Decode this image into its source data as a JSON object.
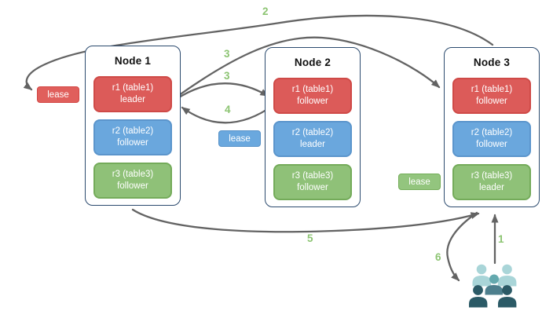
{
  "nodes": [
    {
      "title": "Node 1",
      "replicas": [
        {
          "name": "r1 (table1)",
          "role": "leader",
          "color": "red"
        },
        {
          "name": "r2 (table2)",
          "role": "follower",
          "color": "blue"
        },
        {
          "name": "r3 (table3)",
          "role": "follower",
          "color": "green"
        }
      ]
    },
    {
      "title": "Node 2",
      "replicas": [
        {
          "name": "r1 (table1)",
          "role": "follower",
          "color": "red"
        },
        {
          "name": "r2 (table2)",
          "role": "leader",
          "color": "blue"
        },
        {
          "name": "r3 (table3)",
          "role": "follower",
          "color": "green"
        }
      ]
    },
    {
      "title": "Node 3",
      "replicas": [
        {
          "name": "r1 (table1)",
          "role": "follower",
          "color": "red"
        },
        {
          "name": "r2 (table2)",
          "role": "follower",
          "color": "blue"
        },
        {
          "name": "r3 (table3)",
          "role": "leader",
          "color": "green"
        }
      ]
    }
  ],
  "leases": [
    {
      "label": "lease",
      "color": "red"
    },
    {
      "label": "lease",
      "color": "blue"
    },
    {
      "label": "lease",
      "color": "green"
    }
  ],
  "arrow_labels": {
    "a1": "1",
    "a2": "2",
    "a3_long": "3",
    "a3_short": "3",
    "a4": "4",
    "a5": "5",
    "a6": "6"
  },
  "icons": {
    "user_group": "user-group-icon"
  },
  "colors": {
    "red_fill": "#dc5b59",
    "red_border": "#cf4a47",
    "blue_fill": "#6aa7dd",
    "blue_border": "#5b95cc",
    "green_fill": "#8fc178",
    "green_border": "#74ab5a",
    "node_border": "#2b4a6e",
    "arrow": "#636363",
    "number_label": "#8cc472",
    "users_light": "#a9d5d8",
    "users_medium": "#64a9ae",
    "users_mid_dark": "#4d7f8d",
    "users_dark": "#2b5a66"
  }
}
